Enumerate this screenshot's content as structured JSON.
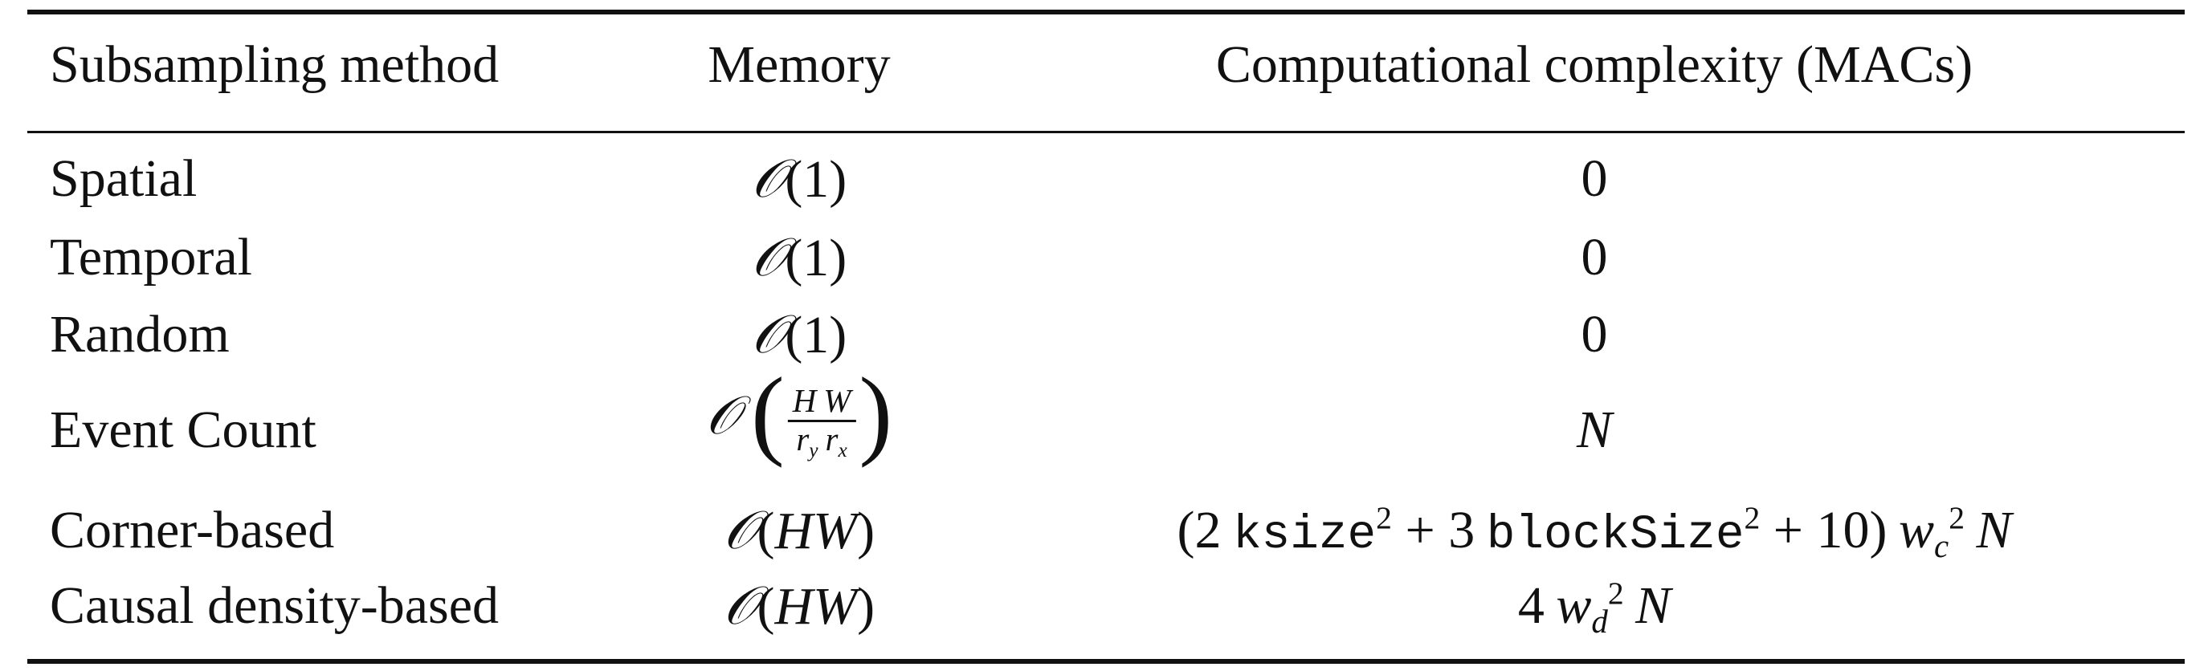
{
  "table": {
    "headers": [
      "Subsampling method",
      "Memory",
      "Computational complexity (MACs)"
    ],
    "rows": [
      {
        "method": "Spatial",
        "memory": "O(1)",
        "complexity": "0"
      },
      {
        "method": "Temporal",
        "memory": "O(1)",
        "complexity": "0"
      },
      {
        "method": "Random",
        "memory": "O(1)",
        "complexity": "0"
      },
      {
        "method": "Event Count",
        "memory": "O(H W / r_y r_x)",
        "complexity": "N"
      },
      {
        "method": "Corner-based",
        "memory": "O(HW)",
        "complexity": "(2 ksize^2 + 3 blockSize^2 + 10) w_c^2 N"
      },
      {
        "method": "Causal density-based",
        "memory": "O(HW)",
        "complexity": "4 w_d^2 N"
      }
    ]
  },
  "math": {
    "O": "𝒪",
    "one": "1",
    "H": "H",
    "W": "W",
    "HW": "HW",
    "r": "r",
    "y": "y",
    "x": "x",
    "zero": "0",
    "N": "N",
    "two": "2",
    "three": "3",
    "ten": "10",
    "four": "4",
    "ksize": "ksize",
    "blockSize": "blockSize",
    "w": "w",
    "c": "c",
    "d": "d",
    "plus": "+",
    "open_paren": "(",
    "close_paren": ")"
  }
}
